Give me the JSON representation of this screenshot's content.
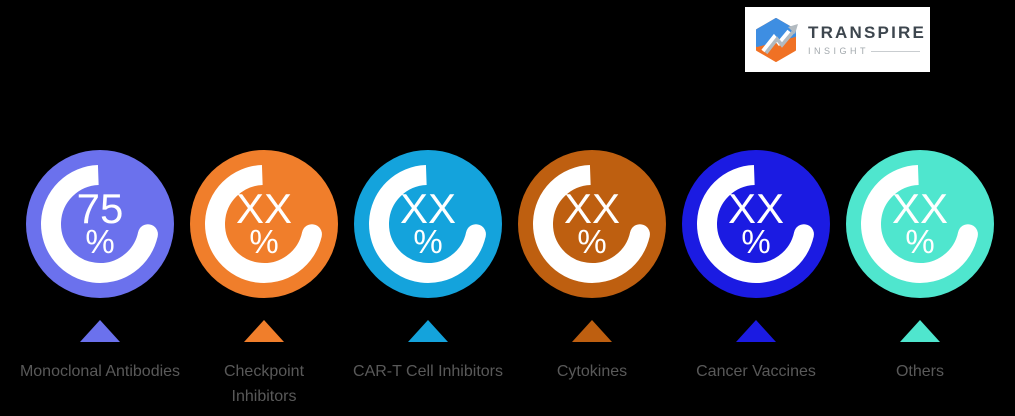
{
  "page": {
    "background_color": "#000000"
  },
  "logo": {
    "title": "TRANSPIRE",
    "subtitle": "INSIGHT",
    "card_color": "#ffffff",
    "title_color": "#3d464e",
    "subtitle_color": "#a2a8ad"
  },
  "donuts": [
    {
      "value": "75",
      "unit": "%",
      "label": "Monoclonal Antibodies",
      "color": "#6b71ed"
    },
    {
      "value": "XX",
      "unit": "%",
      "label": "Checkpoint\nInhibitors",
      "color": "#f07e2b"
    },
    {
      "value": "XX",
      "unit": "%",
      "label": "CAR-T Cell Inhibitors",
      "color": "#14a3dc"
    },
    {
      "value": "XX",
      "unit": "%",
      "label": "Cytokines",
      "color": "#be5f10"
    },
    {
      "value": "XX",
      "unit": "%",
      "label": "Cancer Vaccines",
      "color": "#1b1be2"
    },
    {
      "value": "XX",
      "unit": "%",
      "label": "Others",
      "color": "#4fe6ce"
    }
  ],
  "chart_data": {
    "type": "pie",
    "variant": "donut-gauge-row",
    "categories": [
      "Monoclonal Antibodies",
      "Checkpoint Inhibitors",
      "CAR-T Cell Inhibitors",
      "Cytokines",
      "Cancer Vaccines",
      "Others"
    ],
    "values": [
      "75%",
      "XX%",
      "XX%",
      "XX%",
      "XX%",
      "XX%"
    ],
    "colors": [
      "#6b71ed",
      "#f07e2b",
      "#14a3dc",
      "#be5f10",
      "#1b1be2",
      "#4fe6ce"
    ],
    "legend_position": "label-below-each-gauge",
    "note": "Only the first gauge shows a numeric value (75%); the rest show placeholder XX%"
  }
}
